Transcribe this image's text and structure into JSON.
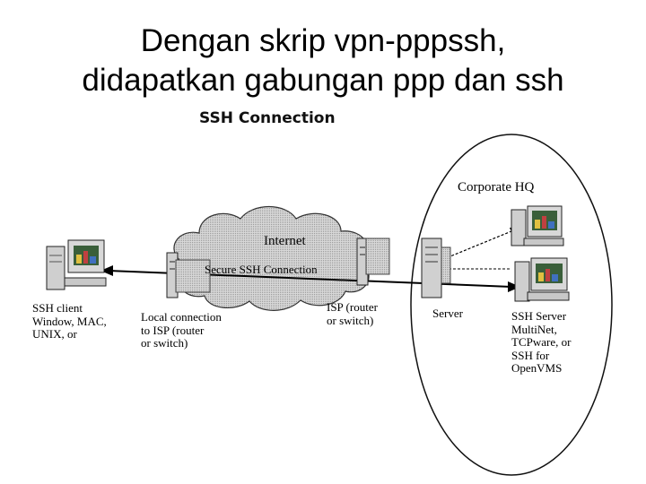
{
  "slide": {
    "title_line1": "Dengan skrip vpn-pppssh,",
    "title_line2": "didapatkan gabungan ppp dan ssh"
  },
  "diagram": {
    "heading": "SSH Connection",
    "cloud_label": "Internet",
    "connection_label": "Secure SSH Connection",
    "corporate_label": "Corporate HQ",
    "client_label": [
      "SSH client",
      "Window, MAC,",
      "UNIX, or"
    ],
    "local_label": [
      "Local connection",
      "to ISP (router",
      "or switch)"
    ],
    "isp_label": [
      "ISP (router",
      "or switch)"
    ],
    "server_label": "Server",
    "ssh_server_label": [
      "SSH Server",
      "MultiNet,",
      "TCPware, or",
      "SSH for",
      "OpenVMS"
    ]
  }
}
